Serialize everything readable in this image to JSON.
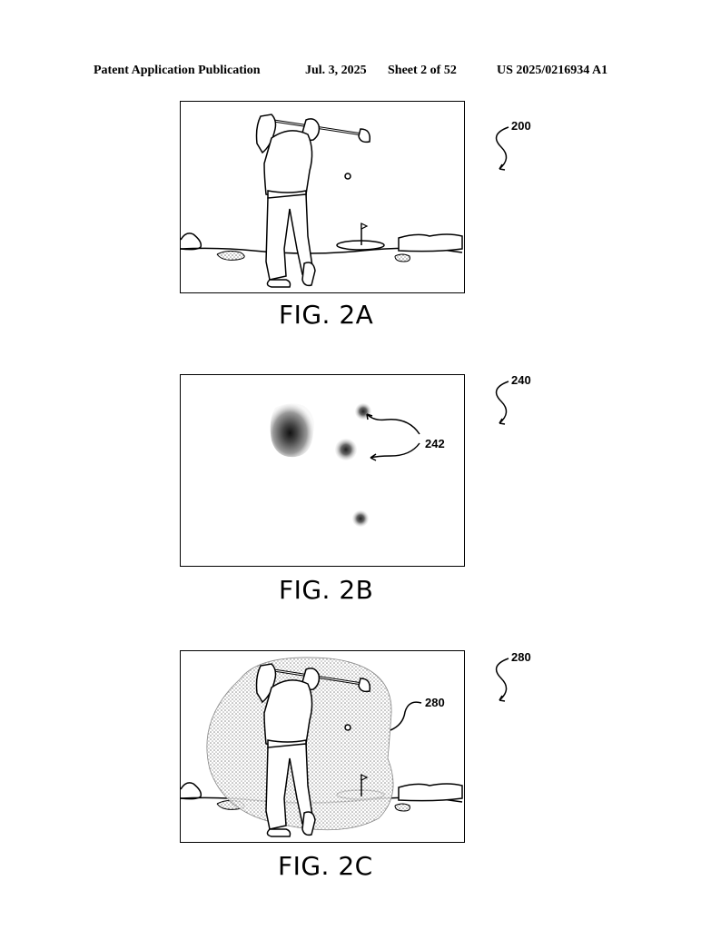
{
  "header": {
    "left": "Patent Application Publication",
    "date": "Jul. 3, 2025",
    "sheet": "Sheet 2 of 52",
    "number": "US 2025/0216934 A1"
  },
  "figures": [
    {
      "caption": "FIG. 2A",
      "ref": "200"
    },
    {
      "caption": "FIG. 2B",
      "ref": "240",
      "callout": "242"
    },
    {
      "caption": "FIG. 2C",
      "ref": "280",
      "callout": "280"
    }
  ],
  "icons": [
    "golfer-illustration",
    "golf-ball-icon",
    "flag-icon",
    "heatmap-blob"
  ]
}
